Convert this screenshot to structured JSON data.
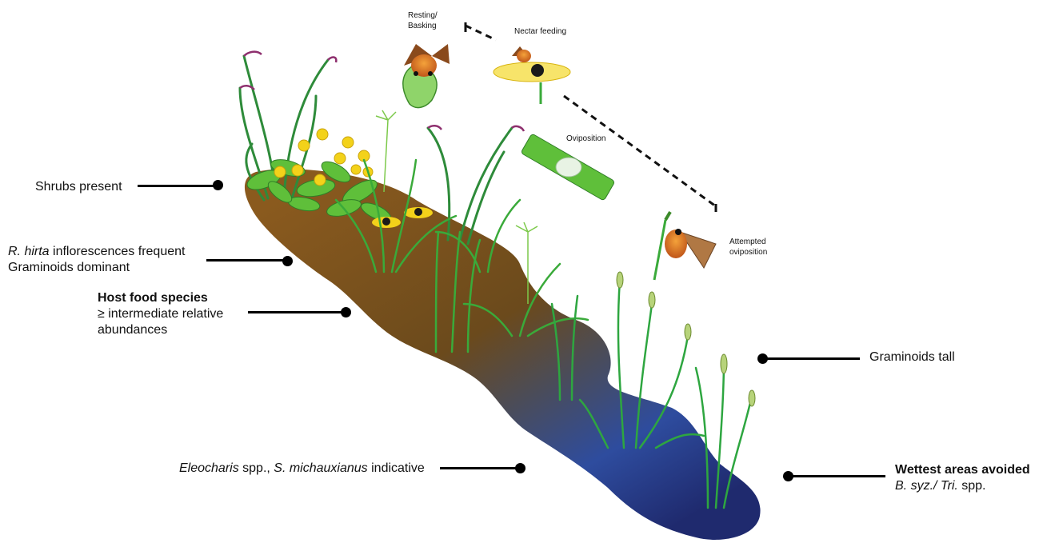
{
  "labels": {
    "shrubs": "Shrubs present",
    "rhirta_italic": "R. hirta",
    "rhirta_rest": " inflorescences frequent",
    "graminoids_dominant": "Graminoids dominant",
    "host_food_title": "Host food species",
    "host_food_line2": "≥ intermediate relative",
    "host_food_line3": "abundances",
    "eleocharis_italic": "Eleocharis",
    "eleocharis_mid": " spp., ",
    "smich_italic": "S. michauxianus",
    "eleocharis_rest": " indicative",
    "graminoids_tall": "Graminoids tall",
    "wettest_title": "Wettest areas avoided",
    "bsyz_italic": "B. syz./ Tri.",
    "bsyz_rest": " spp."
  },
  "behaviors": {
    "resting_line1": "Resting/",
    "resting_line2": "Basking",
    "nectar": "Nectar feeding",
    "oviposition": "Oviposition",
    "attempted_line1": "Attempted",
    "attempted_line2": "oviposition"
  },
  "colors": {
    "dry_soil": "#8a5a1e",
    "wet_soil": "#1f2a6e",
    "grass": "#2e9b3a",
    "flower_yellow": "#f3d21a",
    "butterfly_orange": "#e8761c",
    "butterfly_brown": "#8a4a1c"
  }
}
